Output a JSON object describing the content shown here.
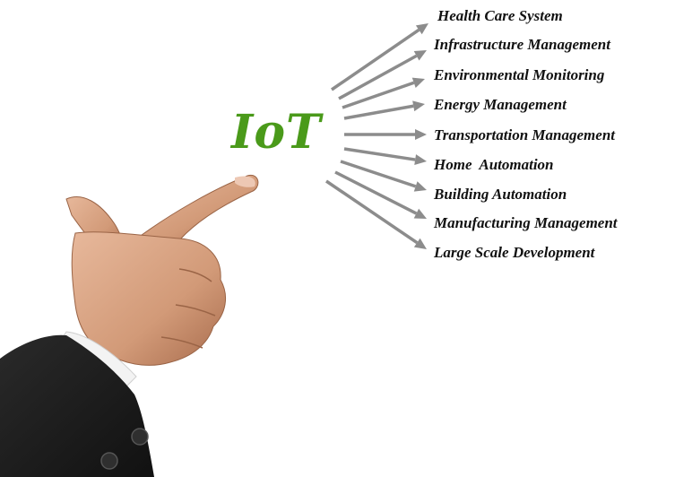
{
  "title": "IoT",
  "applications": [
    "Health Care System",
    "Infrastructure Management",
    "Environmental Monitoring",
    "Energy Management",
    "Transportation Management",
    "Home  Automation",
    "Building Automation",
    "Manufacturing Management",
    "Large Scale Development"
  ],
  "colors": {
    "title_green": "#4a9a1a",
    "arrow_gray": "#8c8c8c",
    "label_text": "#111111",
    "suit_dark": "#1e1e1e",
    "skin": "#d9a383"
  }
}
